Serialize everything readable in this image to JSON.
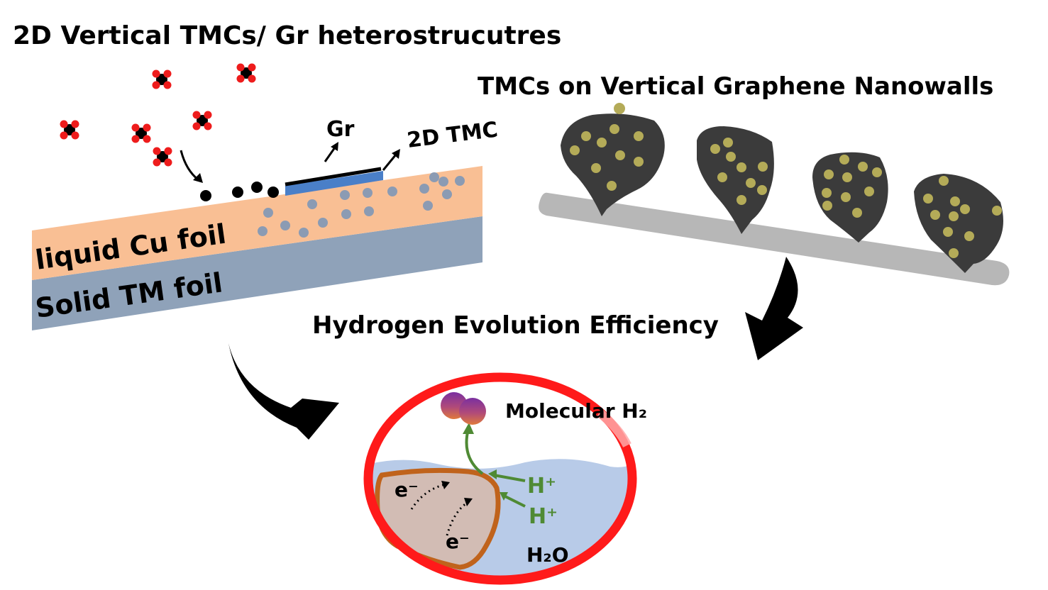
{
  "texts": {
    "left_title": "2D Vertical TMCs/ Gr heterostrucutres",
    "right_title": "TMCs on Vertical Graphene Nanowalls",
    "bottom_title": "Hydrogen Evolution Efficiency",
    "label_gr": "Gr",
    "label_2dtmc": "2D TMC",
    "label_liquid_cu": "liquid Cu foil",
    "label_solid_tm": "Solid TM foil",
    "label_molecular": "Molecular H₂",
    "label_h_plus_1": "H⁺",
    "label_h_plus_2": "H⁺",
    "label_e1": "e⁻",
    "label_e2": "e⁻",
    "label_h2o": "H₂O"
  },
  "colors": {
    "copper": "#f9bf94",
    "solid_tm": "#8fa2b9",
    "dots_gray": "#8b9bb3",
    "tmc_blue": "#4a7fc8",
    "nanowall": "#3b3b3b",
    "particle": "#b4ab58",
    "support": "#b7b7b7",
    "ring": "#ff1a1a",
    "water": "#b8cbe8",
    "particle_fill": "#d2bcb4",
    "particle_border": "#c0631c",
    "proton_green": "#4f8a34",
    "precursor_red": "#ee1c1c"
  }
}
